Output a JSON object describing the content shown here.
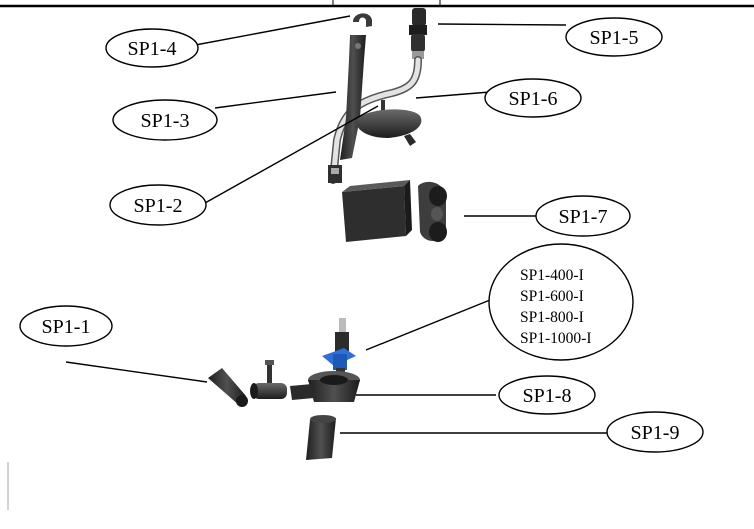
{
  "callouts": {
    "sp1_4": "SP1-4",
    "sp1_5": "SP1-5",
    "sp1_3": "SP1-3",
    "sp1_6": "SP1-6",
    "sp1_2": "SP1-2",
    "sp1_7": "SP1-7",
    "sp1_1": "SP1-1",
    "sp1_8": "SP1-8",
    "sp1_9": "SP1-9",
    "impellers": [
      "SP1-400-I",
      "SP1-600-I",
      "SP1-800-I",
      "SP1-1000-I"
    ]
  },
  "colors": {
    "part_dark": "#2b2b2b",
    "part_mid": "#4a4a4a",
    "hose": "#d9d9d9",
    "impeller_accent": "#2e6fd8"
  }
}
